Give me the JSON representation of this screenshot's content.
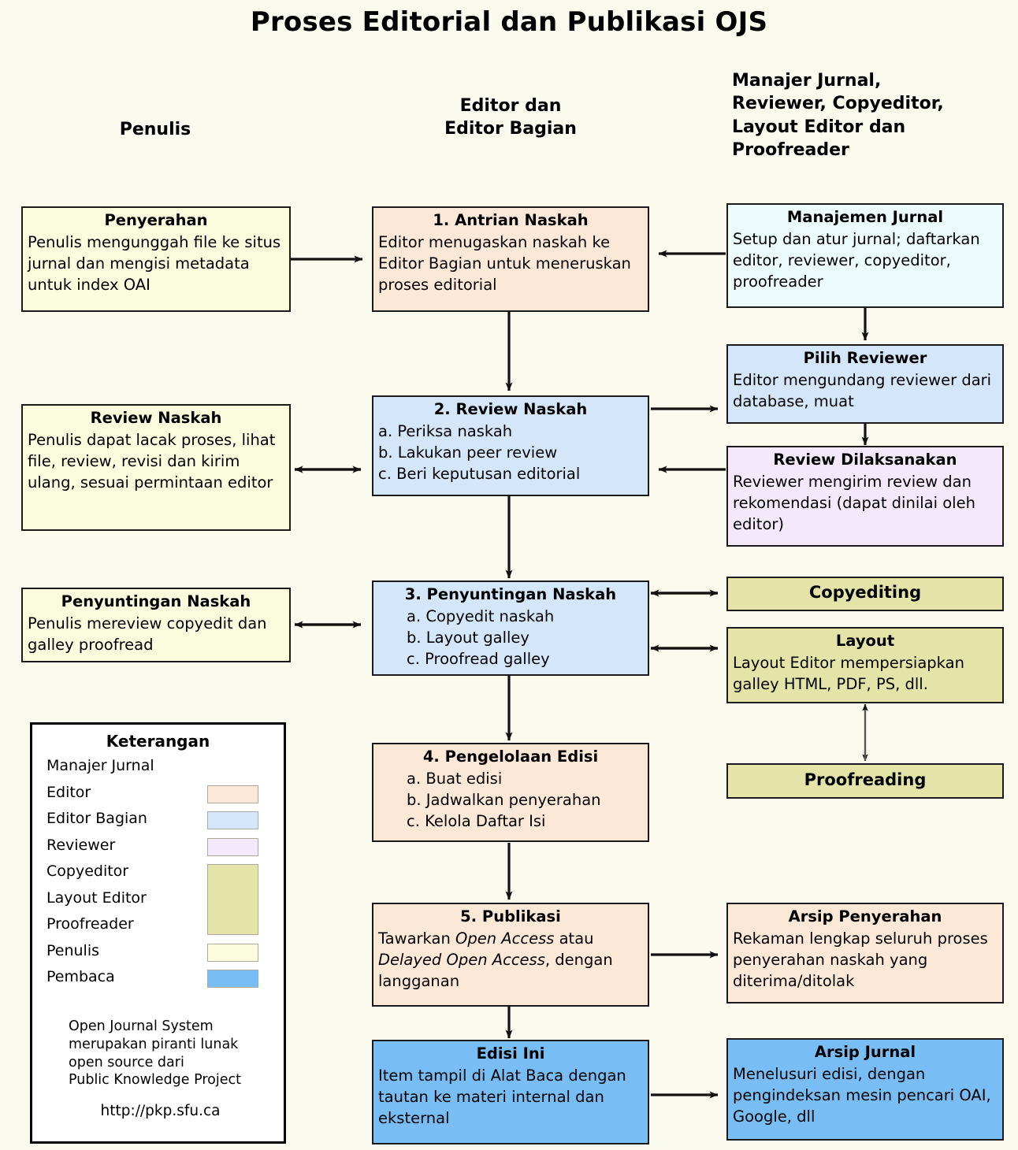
{
  "title": "Proses Editorial dan Publikasi OJS",
  "columns": [
    {
      "id": "penulis",
      "label": "Penulis"
    },
    {
      "id": "editor",
      "label": "Editor dan\nEditor Bagian"
    },
    {
      "id": "manajer",
      "label": "Manajer Jurnal,\nReviewer, Copyeditor,\nLayout Editor dan\nProofreader"
    }
  ],
  "boxes": {
    "penyerahan": {
      "title": "Penyerahan",
      "body": "Penulis mengunggah file ke situs jurnal dan mengisi metadata untuk index OAI",
      "role": "Penulis"
    },
    "antrian_naskah": {
      "title": "1. Antrian Naskah",
      "body": "Editor menugaskan naskah ke Editor Bagian untuk meneruskan proses editorial",
      "role": "Editor"
    },
    "manajemen_jurnal": {
      "title": "Manajemen Jurnal",
      "body": "Setup dan atur jurnal; daftarkan editor, reviewer, copyeditor, proofreader",
      "role": "Manajer Jurnal"
    },
    "pilih_reviewer": {
      "title": "Pilih Reviewer",
      "body": "Editor mengundang reviewer dari database, muat",
      "role": "Editor Bagian"
    },
    "review_naskah_penulis": {
      "title": "Review Naskah",
      "body": "Penulis dapat lacak proses, lihat file, review, revisi dan kirim ulang, sesuai permintaan editor",
      "role": "Penulis"
    },
    "review_naskah": {
      "title": "2. Review Naskah",
      "items": [
        "a. Periksa naskah",
        "b. Lakukan peer review",
        "c. Beri keputusan editorial"
      ],
      "role": "Editor Bagian"
    },
    "review_dilaksanakan": {
      "title": "Review Dilaksanakan",
      "body": "Reviewer mengirim review dan rekomendasi (dapat dinilai oleh editor)",
      "role": "Reviewer"
    },
    "penyuntingan_naskah_penulis": {
      "title": "Penyuntingan Naskah",
      "body": "Penulis mereview copyedit dan galley proofread",
      "role": "Penulis"
    },
    "penyuntingan_naskah": {
      "title": "3. Penyuntingan Naskah",
      "items": [
        "a. Copyedit naskah",
        "b. Layout galley",
        "c. Proofread galley"
      ],
      "role": "Editor Bagian"
    },
    "copyediting": {
      "title": "Copyediting",
      "role": "Copyeditor"
    },
    "layout": {
      "title": "Layout",
      "body": "Layout Editor mempersiapkan galley HTML, PDF, PS, dll.",
      "role": "Layout Editor"
    },
    "proofreading": {
      "title": "Proofreading",
      "role": "Proofreader"
    },
    "pengelolaan_edisi": {
      "title": "4. Pengelolaan Edisi",
      "items": [
        "a. Buat edisi",
        "b. Jadwalkan penyerahan",
        "c. Kelola Daftar Isi"
      ],
      "role": "Editor"
    },
    "publikasi": {
      "title": "5. Publikasi",
      "body_parts": [
        {
          "text": "Tawarkan ",
          "italic": false
        },
        {
          "text": "Open Access",
          "italic": true
        },
        {
          "text": " atau ",
          "italic": false
        },
        {
          "text": "Delayed Open Access",
          "italic": true
        },
        {
          "text": ", dengan langganan",
          "italic": false
        }
      ],
      "role": "Editor"
    },
    "arsip_penyerahan": {
      "title": "Arsip Penyerahan",
      "body": "Rekaman lengkap seluruh proses penyerahan naskah yang diterima/ditolak",
      "role": "Editor"
    },
    "edisi_ini": {
      "title": "Edisi Ini",
      "body": "Item tampil di Alat Baca dengan tautan ke materi internal dan eksternal",
      "role": "Pembaca"
    },
    "arsip_jurnal": {
      "title": "Arsip Jurnal",
      "body": "Menelusuri edisi, dengan pengindeksan mesin pencari OAI, Google, dll",
      "role": "Pembaca"
    }
  },
  "legend": {
    "title": "Keterangan",
    "entries": [
      {
        "label": "Manajer Jurnal",
        "color": "#ecfbfc"
      },
      {
        "label": "Editor",
        "color": "#fce8d7"
      },
      {
        "label": "Editor Bagian",
        "color": "#d4e7fa"
      },
      {
        "label": "Reviewer",
        "color": "#f3e9fb"
      },
      {
        "label": "Copyeditor",
        "color": "#e4e4a8"
      },
      {
        "label": "Layout Editor",
        "color": "#e4e4a8"
      },
      {
        "label": "Proofreader",
        "color": "#e4e4a8"
      },
      {
        "label": "Penulis",
        "color": "#fbfbdd"
      },
      {
        "label": "Pembaca",
        "color": "#79bdf5"
      }
    ],
    "note": "Open Journal System\nmerupakan piranti lunak\nopen source dari\nPublic Knowledge Project",
    "url": "http://pkp.sfu.ca"
  },
  "colors": {
    "background": "#fbfaef",
    "stroke": "#1a1a1a",
    "penulis": "#fbfbdd",
    "editor": "#fce8d7",
    "editor_bagian": "#d4e7fa",
    "manajer_jurnal": "#ecfbfc",
    "reviewer": "#f3e9fb",
    "copyeditor": "#e4e4a8",
    "pembaca": "#79bdf5"
  }
}
